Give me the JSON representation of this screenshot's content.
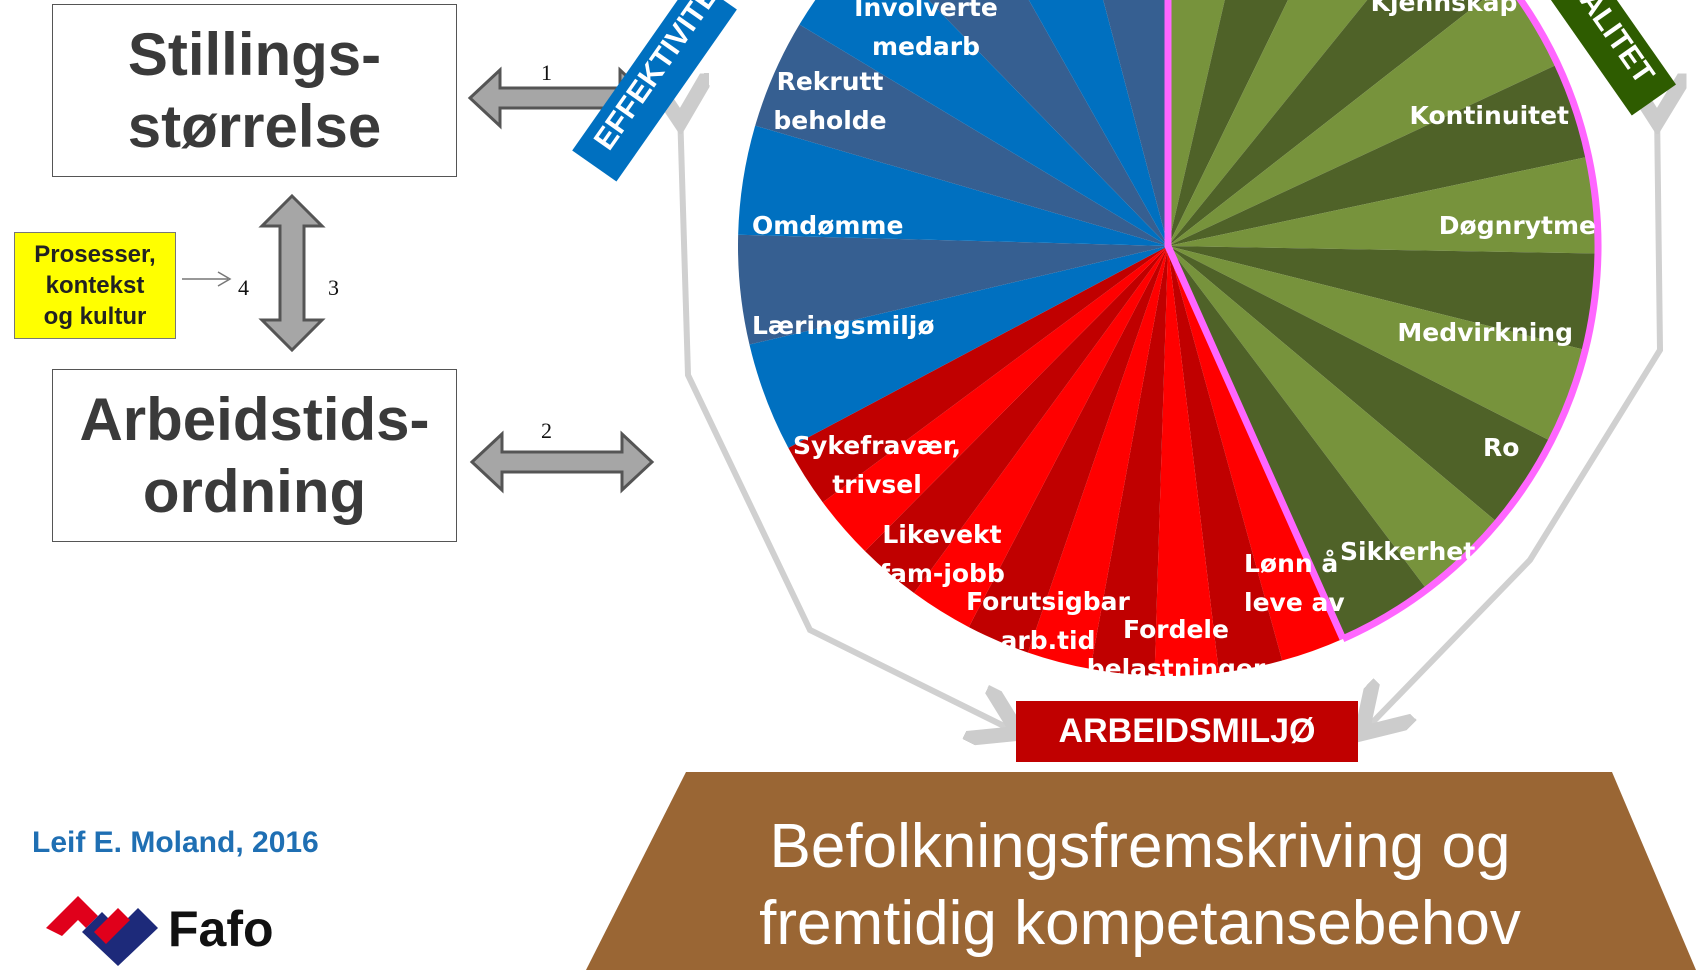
{
  "boxes": {
    "stilling": "Stillings-\nstørrelse",
    "arbeidstid": "Arbeidstids-\nordning",
    "prosess": "Prosesser,\nkontekst\nog kultur"
  },
  "arrow_numbers": {
    "a1": "1",
    "a2": "2",
    "a3": "3",
    "a4": "4"
  },
  "tags": {
    "effekt": "EFFEKTIVITET",
    "kvalitet": "KVALITET"
  },
  "wheel": {
    "blue_labels": {
      "involverte": "Involverte\nmedarb",
      "rekrutt": "Rekrutt\nbeholde",
      "omdomme": "Omdømme",
      "laering": "Læringsmiljø"
    },
    "red_labels": {
      "sykefravaer": "Sykefravær,\ntrivsel",
      "likevekt": "Likevekt\nfam-jobb",
      "forutsigbar": "Forutsigbar\narb.tid",
      "fordele": "Fordele\nbelastninger",
      "lonn": "Lønn å\nleve av"
    },
    "green_labels": {
      "kjennskap": "Kjennskap",
      "kontinuitet": "Kontinuitet",
      "dognrytme": "Døgnrytme",
      "medvirkning": "Medvirkning",
      "ro": "Ro",
      "sikkerhet": "Sikkerhet"
    }
  },
  "banner": "ARBEIDSMILJØ",
  "base": "Befolkningsfremskriving og\nfremtidig kompetansebehov",
  "author": "Leif E. Moland, 2016",
  "logo_text": "Fafo",
  "colors": {
    "blue_light": "#0070c0",
    "blue_dark": "#365f91",
    "red_light": "#ff0000",
    "red_dark": "#c00000",
    "green_light": "#77933c",
    "green_dark": "#4f6228",
    "pink": "#ff66ff",
    "base_brown": "#9a6634"
  }
}
